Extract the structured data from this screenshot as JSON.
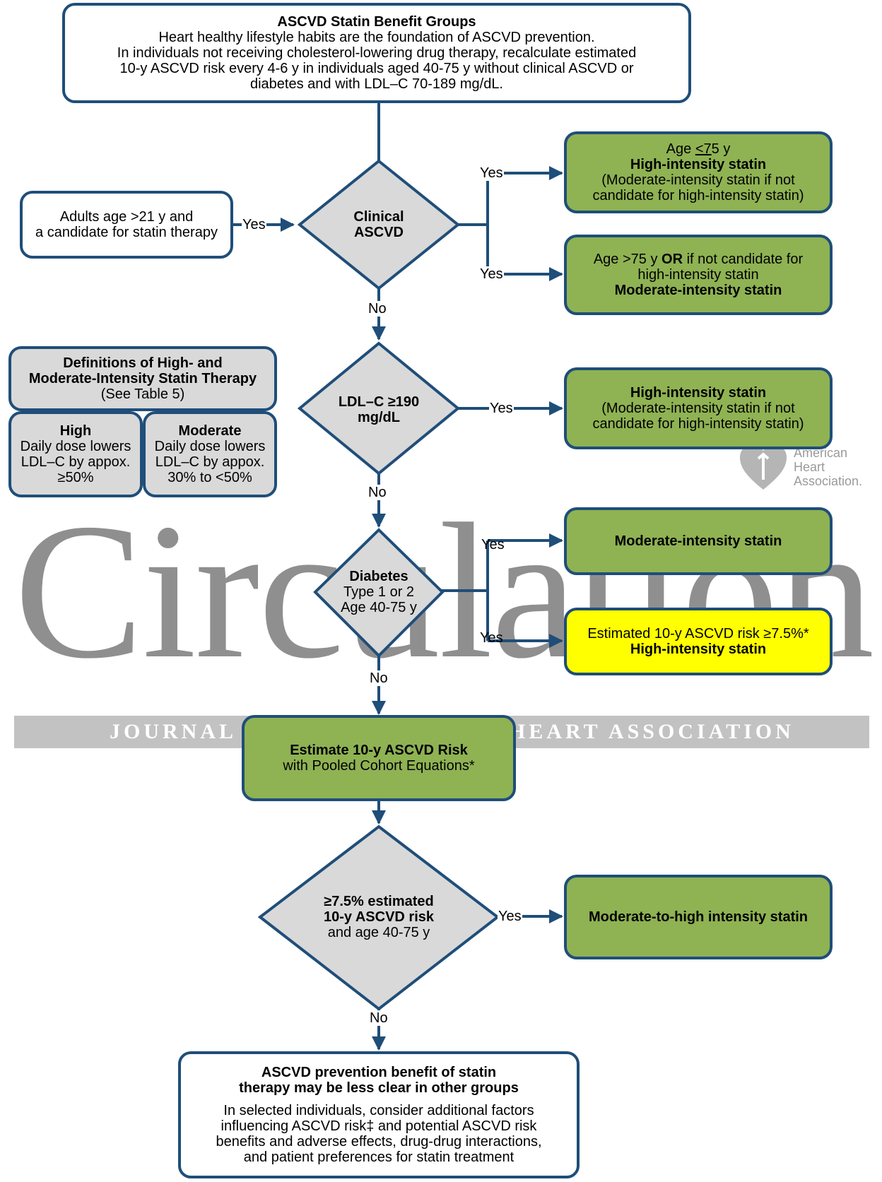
{
  "colors": {
    "line": "#1f4e79",
    "green": "#8fb253",
    "yellow": "#ffff00",
    "gray": "#d9d9d9"
  },
  "watermark": {
    "word": "Circulation",
    "band_left": "JOURNAL",
    "band_right": "HEART ASSOCIATION",
    "logo_lines": [
      "American",
      "Heart",
      "Association."
    ]
  },
  "top_box": {
    "title": "ASCVD Statin Benefit Groups",
    "lines": [
      "Heart healthy lifestyle habits are the foundation of ASCVD prevention.",
      "In individuals not receiving cholesterol-lowering drug therapy, recalculate estimated",
      "10-y ASCVD risk every 4-6 y in individuals aged 40-75 y without clinical ASCVD or",
      "diabetes and with LDL–C 70-189 mg/dL."
    ]
  },
  "adults_box": {
    "lines": [
      "Adults age >21 y and",
      "a candidate for statin therapy"
    ]
  },
  "decision_clinical": {
    "line1": "Clinical",
    "line2": "ASCVD"
  },
  "result_age75": {
    "prefix": "Age ",
    "underlined": "<7",
    "suffix": "5 y",
    "bold": "High-intensity statin",
    "line3": "(Moderate-intensity statin if not",
    "line4": "candidate for high-intensity statin)"
  },
  "result_age_gt75": {
    "line1_prefix": "Age >75 y ",
    "line1_bold": "OR",
    "line1_suffix": " if not candidate for",
    "line2": "high-intensity statin",
    "bold": "Moderate-intensity statin"
  },
  "definitions": {
    "title1": "Definitions of High- and",
    "title2": "Moderate-Intensity Statin Therapy",
    "subtitle": "(See Table 5)",
    "high": {
      "title": "High",
      "lines": [
        "Daily dose lowers",
        "LDL–C by appox.",
        "≥50%"
      ]
    },
    "moderate": {
      "title": "Moderate",
      "lines": [
        "Daily dose lowers",
        "LDL–C by appox.",
        "30% to <50%"
      ]
    }
  },
  "decision_ldl": {
    "line1": "LDL–C ≥190",
    "line2": "mg/dL"
  },
  "result_ldl": {
    "bold": "High-intensity statin",
    "line2": "(Moderate-intensity statin if not",
    "line3": "candidate for high-intensity statin)"
  },
  "decision_diabetes": {
    "line1": "Diabetes",
    "line2": "Type 1 or 2",
    "line3": "Age 40-75 y"
  },
  "result_diabetes_moderate": {
    "bold": "Moderate-intensity statin"
  },
  "result_diabetes_high": {
    "line1": "Estimated 10-y ASCVD risk ≥7.5%*",
    "bold": "High-intensity statin"
  },
  "estimate_box": {
    "bold": "Estimate 10-y ASCVD Risk",
    "line2": "with Pooled Cohort Equations*"
  },
  "decision_risk": {
    "line1": "≥7.5% estimated",
    "line2": "10-y ASCVD risk",
    "line3": "and age 40-75 y"
  },
  "result_risk": {
    "bold": "Moderate-to-high intensity statin"
  },
  "bottom_box": {
    "bold1": "ASCVD prevention benefit of statin",
    "bold2": "therapy may be less clear in other groups",
    "lines": [
      "In selected individuals, consider additional factors",
      "influencing ASCVD risk‡ and potential ASCVD risk",
      "benefits and adverse effects, drug-drug interactions,",
      "and patient preferences for statin treatment"
    ]
  },
  "labels": {
    "yes": "Yes",
    "no": "No"
  }
}
